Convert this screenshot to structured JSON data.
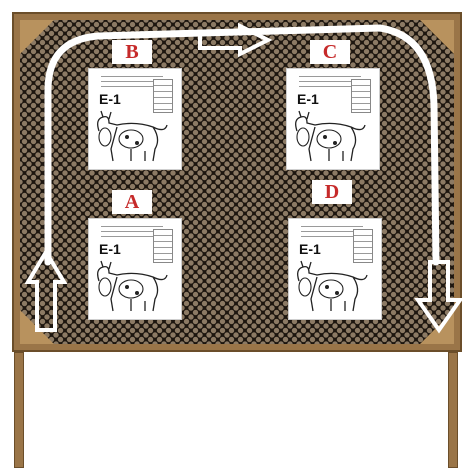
{
  "stations": [
    {
      "id": "B",
      "letter": "B",
      "code": "E-1"
    },
    {
      "id": "C",
      "letter": "C",
      "code": "E-1"
    },
    {
      "id": "A",
      "letter": "A",
      "code": "E-1"
    },
    {
      "id": "D",
      "letter": "D",
      "code": "E-1"
    }
  ],
  "colors": {
    "letter": "#c62a2a",
    "frame": "#9a7548",
    "mesh": "#1d160f",
    "arrow": "#ffffff"
  },
  "arrows": [
    "up-arrow-icon",
    "right-arrow-icon",
    "down-arrow-icon"
  ]
}
